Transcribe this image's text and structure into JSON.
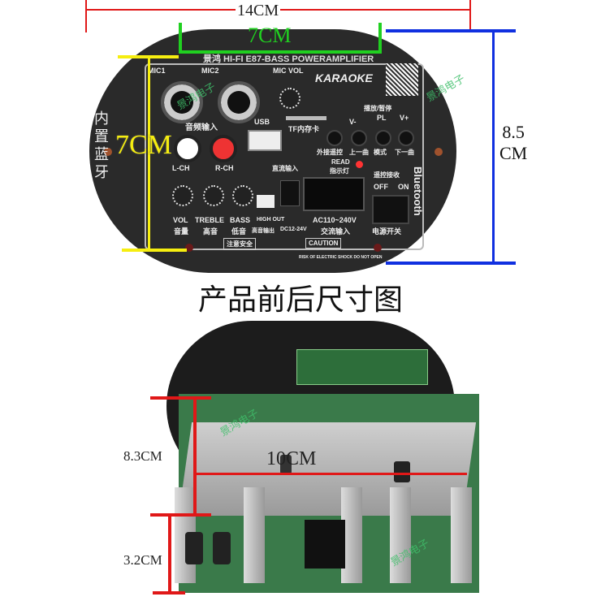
{
  "dimensions": {
    "width_total": "14CM",
    "width_inner": "7CM",
    "height_inner": "7CM",
    "height_total_line1": "8.5",
    "height_total_line2": "CM",
    "back_height": "8.3CM",
    "back_width": "10CM",
    "back_depth": "3.2CM"
  },
  "caption": "产品前后尺寸图",
  "panel": {
    "title": "景鸿 HI-FI E87-BASS POWERAMPLIFIER",
    "mic1": "MIC1",
    "mic2": "MIC2",
    "mic_vol": "MIC VOL",
    "audio_in": "音频输入",
    "usb": "USB",
    "tf": "TF内存卡",
    "karaoke": "KARAOKE",
    "play_pause": "播放/暂停",
    "pl": "PL",
    "v_minus": "V-",
    "v_plus": "V+",
    "ext_remote": "外接遥控",
    "prev": "上一曲",
    "mode": "模式",
    "next": "下一曲",
    "bluetooth": "Bluetooth",
    "builtin_bt": "内置蓝牙",
    "lch": "L-CH",
    "rch": "R-CH",
    "dc_in": "直流输入",
    "read": "READ",
    "indicator": "指示灯",
    "remote_rx": "遥控接收",
    "off": "OFF",
    "on": "ON",
    "vol": "VOL",
    "vol_cn": "音量",
    "treble": "TREBLE",
    "treble_cn": "高音",
    "bass": "BASS",
    "bass_cn": "低音",
    "high_out": "HIGH OUT",
    "high_out_cn": "高音输出",
    "dc_range": "DC12-24V",
    "ac_range": "AC110~240V",
    "ac_in": "交流输入",
    "power_switch": "电源开关",
    "warning_cn": "注意安全",
    "caution": "CAUTION",
    "caution_sub": "RISK OF ELECTRIC SHOCK DO NOT OPEN"
  },
  "watermark": "景鸿电子",
  "colors": {
    "red": "#e01818",
    "blue": "#1030e0",
    "yellow": "#f6ee10",
    "green": "#20d020"
  }
}
